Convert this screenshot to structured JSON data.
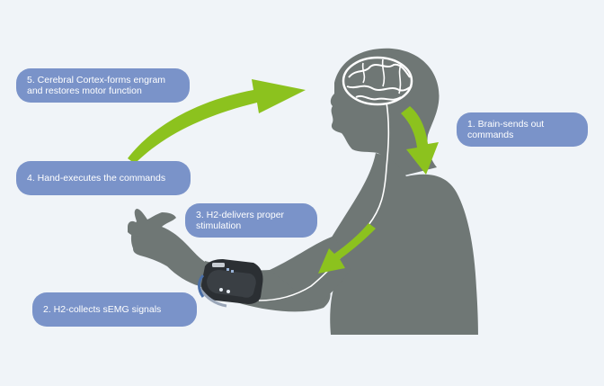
{
  "colors": {
    "background": "#f0f4f8",
    "silhouette": "#6f7775",
    "arrow": "#8cc21e",
    "label_box": "#7a93c9",
    "label_text": "#ffffff",
    "nerve_line": "#ffffff",
    "device": "#2b2f33"
  },
  "icons": [
    "human-silhouette",
    "brain-icon",
    "wearable-device-icon",
    "curved-arrow"
  ],
  "steps": [
    {
      "text": "1. Brain-sends out\ncommands"
    },
    {
      "text": "2. H2-collects sEMG signals"
    },
    {
      "text": "3. H2-delivers proper\nstimulation"
    },
    {
      "text": "4. Hand-executes the commands"
    },
    {
      "text": "5. Cerebral Cortex-forms engram\nand restores motor function"
    }
  ]
}
